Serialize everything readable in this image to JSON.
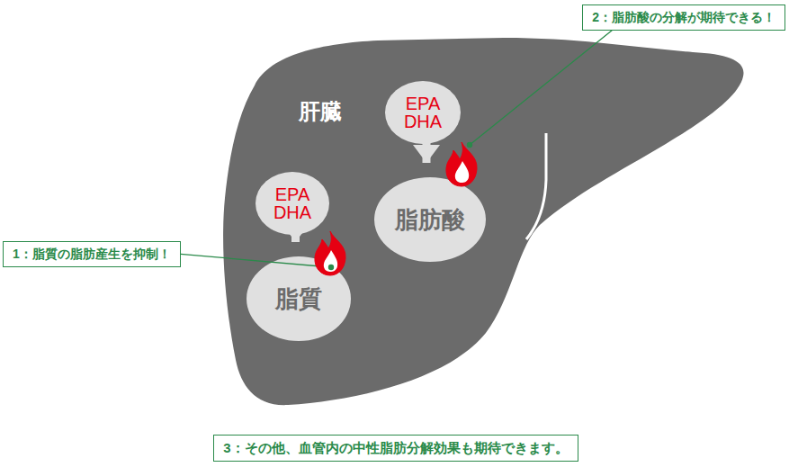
{
  "diagram": {
    "nodes": [
      {
        "text": [
          "肝臓"
        ]
      },
      {
        "text": [
          "EPA DHA"
        ],
        "in": 0
      },
      {
        "text": [
          "脂肪酸"
        ],
        "in": 0
      },
      {
        "text": [
          "EPA DHA"
        ],
        "in": 0
      },
      {
        "text": [
          "脂質"
        ],
        "in": 0
      },
      {
        "text": [
          "1：脂質の脂肪産生を抑制！"
        ]
      },
      {
        "text": [
          "2：脂肪酸の分解が期待できる！"
        ]
      },
      {
        "text": [
          "3：その他、血管内の中性脂肪分解効果も期待できます。"
        ]
      }
    ],
    "edges": [
      {
        "from": 1,
        "to": 2,
        "arrow": "to"
      },
      {
        "from": 3,
        "to": 4,
        "arrow": "to"
      }
    ]
  }
}
